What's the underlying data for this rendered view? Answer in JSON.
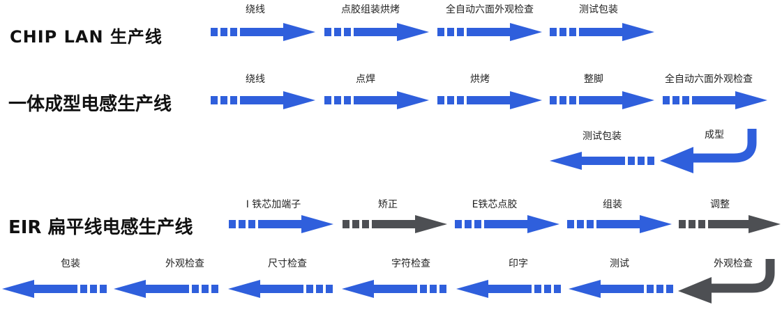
{
  "colors": {
    "blue": "#2f5fdc",
    "gray": "#4d4f53",
    "text": "#222222",
    "title": "#111111"
  },
  "lines": [
    {
      "title": "CHIP LAN 生产线",
      "steps": [
        {
          "label": "绕线",
          "color": "blue"
        },
        {
          "label": "点胶组装烘烤",
          "color": "blue"
        },
        {
          "label": "全自动六面外观检查",
          "color": "blue"
        },
        {
          "label": "测试包装",
          "color": "blue"
        }
      ]
    },
    {
      "title": "一体成型电感生产线",
      "steps": [
        {
          "label": "绕线",
          "color": "blue"
        },
        {
          "label": "点焊",
          "color": "blue"
        },
        {
          "label": "烘烤",
          "color": "blue"
        },
        {
          "label": "整脚",
          "color": "blue"
        },
        {
          "label": "全自动六面外观检查",
          "color": "blue"
        }
      ],
      "return_steps": [
        {
          "label": "成型",
          "color": "blue"
        },
        {
          "label": "测试包装",
          "color": "blue"
        }
      ]
    },
    {
      "title": "EIR 扁平线电感生产线",
      "steps": [
        {
          "label": "I 铁芯加端子",
          "color": "blue"
        },
        {
          "label": "矫正",
          "color": "gray"
        },
        {
          "label": "E铁芯点胶",
          "color": "blue"
        },
        {
          "label": "组装",
          "color": "blue"
        },
        {
          "label": "调整",
          "color": "gray"
        }
      ],
      "return_steps": [
        {
          "label": "外观检查",
          "color": "gray"
        },
        {
          "label": "测试",
          "color": "blue"
        },
        {
          "label": "印字",
          "color": "blue"
        },
        {
          "label": "字符检查",
          "color": "blue"
        },
        {
          "label": "尺寸检查",
          "color": "blue"
        },
        {
          "label": "外观检查",
          "color": "blue"
        },
        {
          "label": "包装",
          "color": "blue"
        }
      ]
    }
  ]
}
